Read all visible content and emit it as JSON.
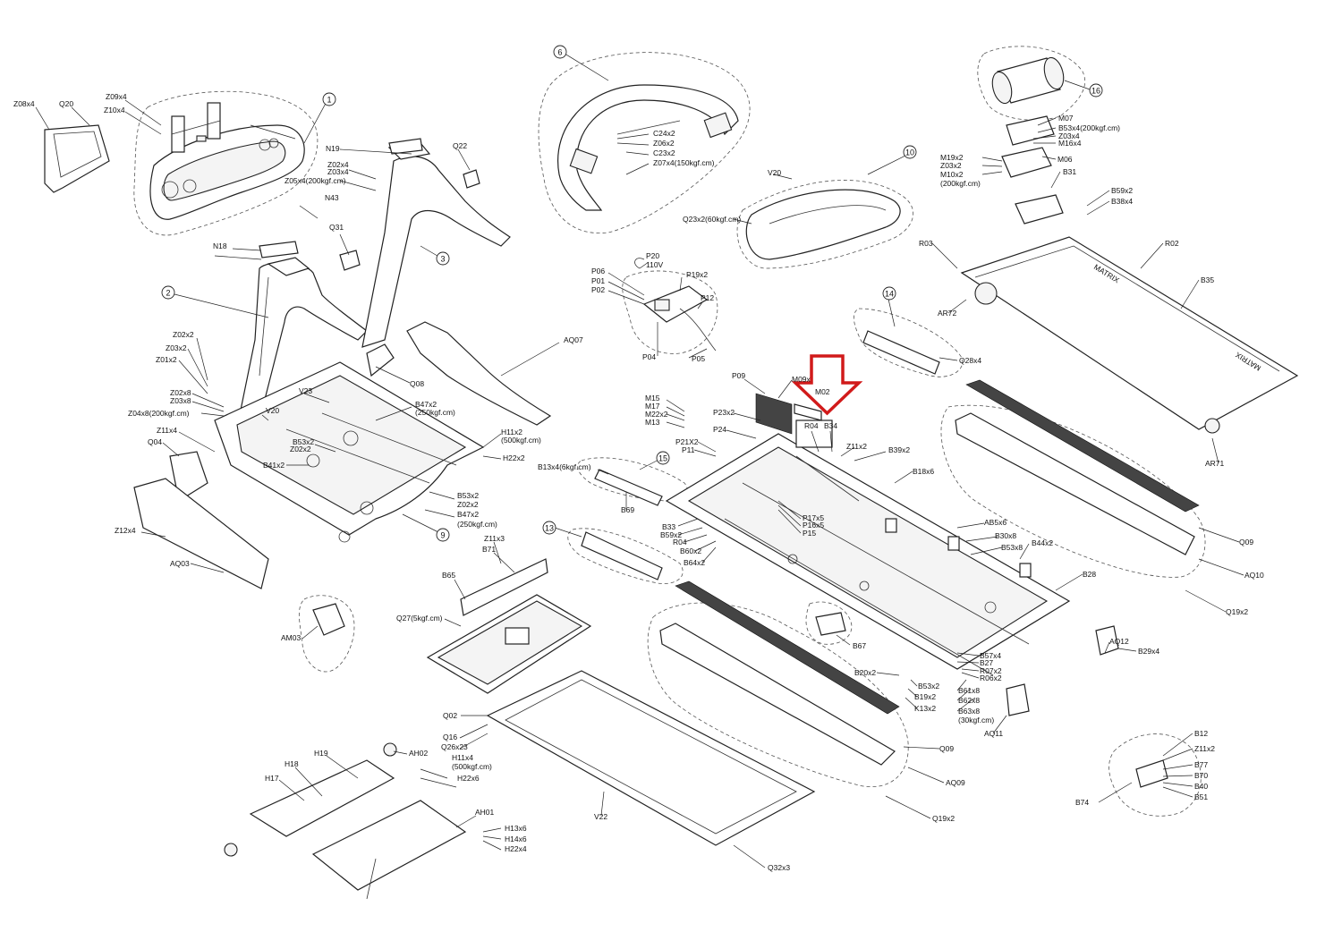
{
  "diagram": {
    "highlight": {
      "part": "M02",
      "color": "#d11a1a"
    },
    "callouts": [
      "1",
      "2",
      "3",
      "6",
      "9",
      "10",
      "13",
      "14",
      "15",
      "16"
    ],
    "labels": {
      "l0": "Z08x4",
      "l1": "Q20",
      "l2": "Z09x4",
      "l3": "Z10x4",
      "l4": "N19",
      "l5": "Q22",
      "l6": "Z02x4",
      "l7": "Z03x4",
      "l8": "Z05x4(200kgf.cm)",
      "l9": "N43",
      "l10": "N18",
      "l11": "Q31",
      "l12": "Z02x2",
      "l13": "Z03x2",
      "l14": "Z01x2",
      "l15": "Z02x8",
      "l16": "Z03x8",
      "l17": "Z04x8(200kgf.cm)",
      "l18": "Z11x4",
      "l19": "Q04",
      "l20": "Z12x4",
      "l21": "AQ03",
      "l22": "V23",
      "l23": "V20",
      "l24": "Q08",
      "l25": "AQ07",
      "l26": "B47x2",
      "l27": "(250kgf.cm)",
      "l28": "B53x2",
      "l29": "Z02x2",
      "l30": "B41x2",
      "l31": "H11x2",
      "l32": "(500kgf.cm)",
      "l33": "H22x2",
      "l34": "B53x2",
      "l35": "Z02x2",
      "l36": "B47x2",
      "l37": "(250kgf.cm)",
      "l38": "Z11x3",
      "l39": "B71",
      "l40": "B65",
      "l41": "Q27(5kgf.cm)",
      "l42": "AM03",
      "l43": "Q02",
      "l44": "Q16",
      "l45": "Q26x23",
      "l46": "H11x4",
      "l47": "(500kgf.cm)",
      "l48": "H22x6",
      "l49": "AH02",
      "l50": "H19",
      "l51": "H18",
      "l52": "H17",
      "l53": "AH01",
      "l54": "H13x6",
      "l55": "H14x6",
      "l56": "H22x4",
      "l57": "V22",
      "l58": "Q32x3",
      "l59": "C24x2",
      "l60": "Z06x2",
      "l61": "C23x2",
      "l62": "Z07x4(150kgf.cm)",
      "l63": "V20",
      "l64": "Q23x2(60kgf.cm)",
      "l65": "P20",
      "l66": "110V",
      "l67": "P06",
      "l68": "P01",
      "l69": "P02",
      "l70": "P19x2",
      "l71": "P12",
      "l72": "P04",
      "l73": "P05",
      "l74": "B13x4(6kgf.cm)",
      "l75": "B69",
      "l76": "P09",
      "l77": "M09x",
      "l78": "M02",
      "l79": "M15",
      "l80": "M17",
      "l81": "M22x2",
      "l82": "M13",
      "l83": "P23x2",
      "l84": "P24",
      "l85": "P21X2",
      "l86": "P11",
      "l87": "R04",
      "l88": "B34",
      "l89": "Z11x2",
      "l90": "B39x2",
      "l91": "B18x6",
      "l92": "P17x5",
      "l93": "P16x5",
      "l94": "P15",
      "l95": "B33",
      "l96": "B59x2",
      "l97": "R04",
      "l98": "B60x2",
      "l99": "B64x2",
      "l100": "AB5x6",
      "l101": "B30x8",
      "l102": "B53x8",
      "l103": "B44x2",
      "l104": "B28",
      "l105": "B67",
      "l106": "B57x4",
      "l107": "B27",
      "l108": "R07x2",
      "l109": "R06x2",
      "l110": "B20x2",
      "l111": "B53x2",
      "l112": "B19x2",
      "l113": "K13x2",
      "l114": "B61x8",
      "l115": "B62x8",
      "l116": "B63x8",
      "l117": "(30kgf.cm)",
      "l118": "AQ11",
      "l119": "AQ12",
      "l120": "B29x4",
      "l121": "Q09",
      "l122": "AQ09",
      "l123": "Q19x2",
      "l124": "M07",
      "l125": "B53x4(200kgf.cm)",
      "l126": "Z03x4",
      "l127": "M16x4",
      "l128": "M19x2",
      "l129": "Z03x2",
      "l130": "M10x2",
      "l131": "(200kgf.cm)",
      "l132": "M06",
      "l133": "B31",
      "l134": "B59x2",
      "l135": "B38x4",
      "l136": "R03",
      "l137": "R02",
      "l138": "AR72",
      "l139": "B35",
      "l140": "Q28x4",
      "l141": "AR71",
      "l142": "Q09",
      "l143": "AQ10",
      "l144": "Q19x2",
      "l145": "B12",
      "l146": "Z11x2",
      "l147": "B77",
      "l148": "B70",
      "l149": "B40",
      "l150": "B51",
      "l151": "B74"
    },
    "belt_text": [
      "MATRIX",
      "MATRIX"
    ]
  }
}
